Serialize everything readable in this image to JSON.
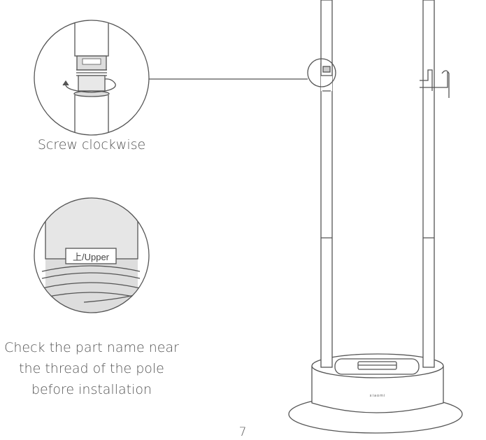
{
  "captions": {
    "screw": "Screw clockwise",
    "check_lines": [
      "Check the part name near",
      "the thread of the pole",
      "before installation"
    ]
  },
  "labels": {
    "part_tag": "上/Upper",
    "brand": "xiaomi"
  },
  "page_number": "7"
}
